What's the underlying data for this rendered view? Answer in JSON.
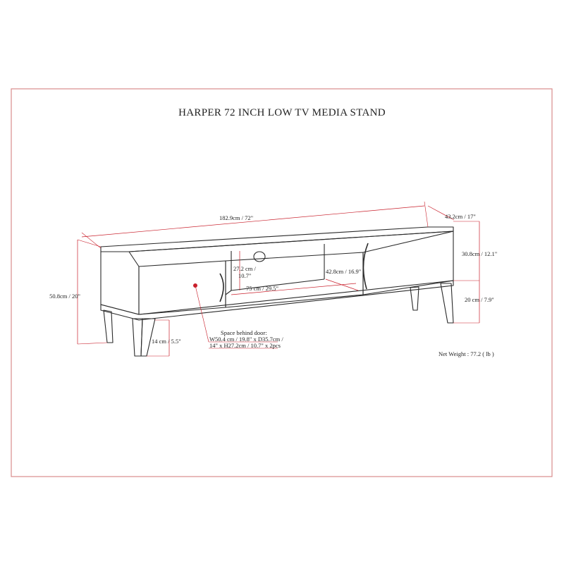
{
  "title": "HARPER 72 INCH LOW TV MEDIA STAND",
  "colors": {
    "frame": "#d98c8c",
    "dimension": "#c9202c",
    "line": "#2a2a2a"
  },
  "dimensions": {
    "width": "182.9cm / 72\"",
    "depth": "43.2cm / 17\"",
    "total_height": "50.8cm / 20\"",
    "cabinet_height": "30.8cm / 12.1\"",
    "leg_height": "20 cm / 7.9\"",
    "shelf_width": "75 cm / 29.5\"",
    "shelf_depth": "42.8cm / 16.9\"",
    "shelf_height_line1": "27.2 cm /",
    "shelf_height_line2": "10.7\"",
    "clearance": "14 cm / 5.5\""
  },
  "space_behind_door": {
    "line1": "Space behind door:",
    "line2": "W50.4 cm / 19.8\" x D35.7cm /",
    "line3": "14\" x H27.2cm / 10.7\" x 2pcs"
  },
  "net_weight": "Net Weight : 77.2 ( lb )"
}
